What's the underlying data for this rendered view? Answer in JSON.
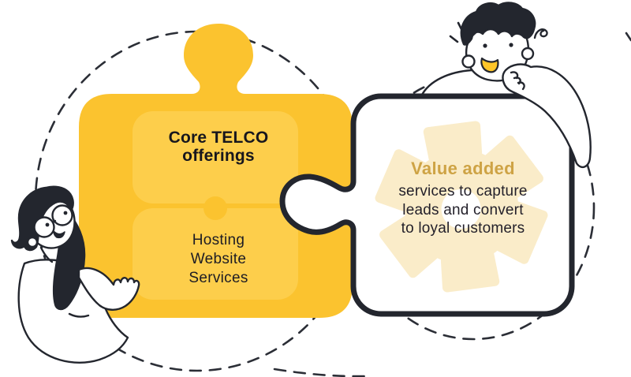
{
  "illustration": {
    "left_piece": {
      "title": "Core TELCO\nofferings",
      "items": "Hosting\nWebsite\nServices"
    },
    "right_piece": {
      "heading": "Value added",
      "description": "services to capture\nleads and convert\nto loyal customers"
    },
    "colors": {
      "piece_yellow": "#FBC32F",
      "panel_yellow": "#FDCE4B",
      "outline_dark": "#23262E",
      "dash_dark": "#2B2E36",
      "heading_gold": "#CEA345",
      "gear_pale": "#FAECC9",
      "tongue_yellow": "#FFC629",
      "text_dark": "#221F29",
      "hair_dark": "#23262E",
      "white": "#FFFFFF"
    }
  }
}
